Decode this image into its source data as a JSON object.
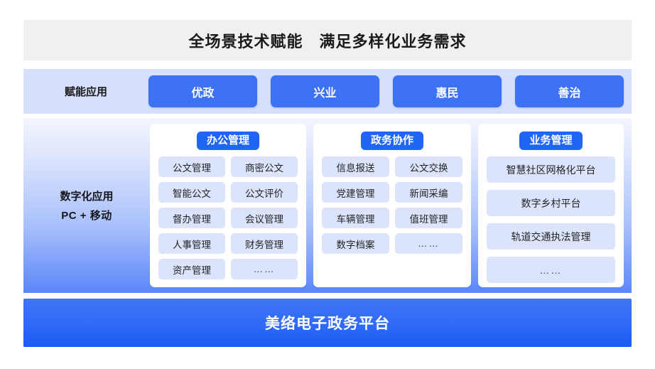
{
  "title": {
    "text": "全场景技术赋能　满足多样化业务需求"
  },
  "enabling_applications": {
    "label": "赋能应用",
    "buttons": [
      {
        "label": "优政"
      },
      {
        "label": "兴业"
      },
      {
        "label": "惠民"
      },
      {
        "label": "善治"
      }
    ]
  },
  "digital_applications": {
    "label_line1": "数字化应用",
    "label_line2": "PC + 移动",
    "cards": [
      {
        "badge": "办公管理",
        "columns": 2,
        "items": [
          "公文管理",
          "商密公文",
          "智能公文",
          "公文评价",
          "督办管理",
          "会议管理",
          "人事管理",
          "财务管理",
          "资产管理",
          "……"
        ]
      },
      {
        "badge": "政务协作",
        "columns": 2,
        "items": [
          "信息报送",
          "公文交换",
          "党建管理",
          "新闻采编",
          "车辆管理",
          "值班管理",
          "数字档案",
          "……"
        ]
      },
      {
        "badge": "业务管理",
        "columns": 1,
        "items": [
          "智慧社区网格化平台",
          "数字乡村平台",
          "轨道交通执法管理",
          "……"
        ]
      }
    ]
  },
  "platform": {
    "label": "美络电子政务平台"
  },
  "colors": {
    "title_band": "#f0f0f0",
    "apps_band": "#d6e0fb",
    "accent_blue": "#3d72f5",
    "badge_blue": "#1f66f5",
    "chip_blue": "#dce4fb",
    "platform_blue": "#2f69f6"
  }
}
